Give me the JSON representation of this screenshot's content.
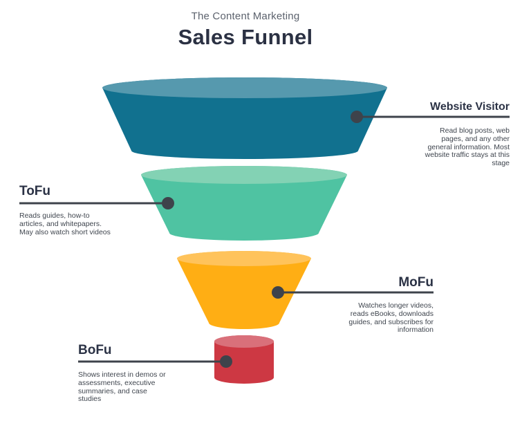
{
  "title": {
    "subtitle": "The Content Marketing",
    "main": "Sales Funnel"
  },
  "connector": {
    "color": "#3e434b"
  },
  "funnel": {
    "stages": [
      {
        "id": "website-visitor",
        "label": "Website Visitor",
        "description": "Read blog posts, web\npages, and any other\ngeneral information. Most\nwebsite traffic stays at this\nstage",
        "body_color": "#11718f",
        "top_color": "#5699ae",
        "label_side": "right"
      },
      {
        "id": "tofu",
        "label": "ToFu",
        "description": "Reads guides, how-to\narticles, and whitepapers.\nMay also watch short videos",
        "body_color": "#4fc3a2",
        "top_color": "#83d2b4",
        "label_side": "left"
      },
      {
        "id": "mofu",
        "label": "MoFu",
        "description": "Watches longer videos,\nreads eBooks, downloads\nguides, and subscribes for\ninformation",
        "body_color": "#ffae14",
        "top_color": "#ffc35b",
        "label_side": "right"
      },
      {
        "id": "bofu",
        "label": "BoFu",
        "description": "Shows interest in demos or\nassessments, executive\nsummaries, and case\nstudies",
        "body_color": "#cd3843",
        "top_color": "#d9707a",
        "label_side": "left"
      }
    ]
  }
}
